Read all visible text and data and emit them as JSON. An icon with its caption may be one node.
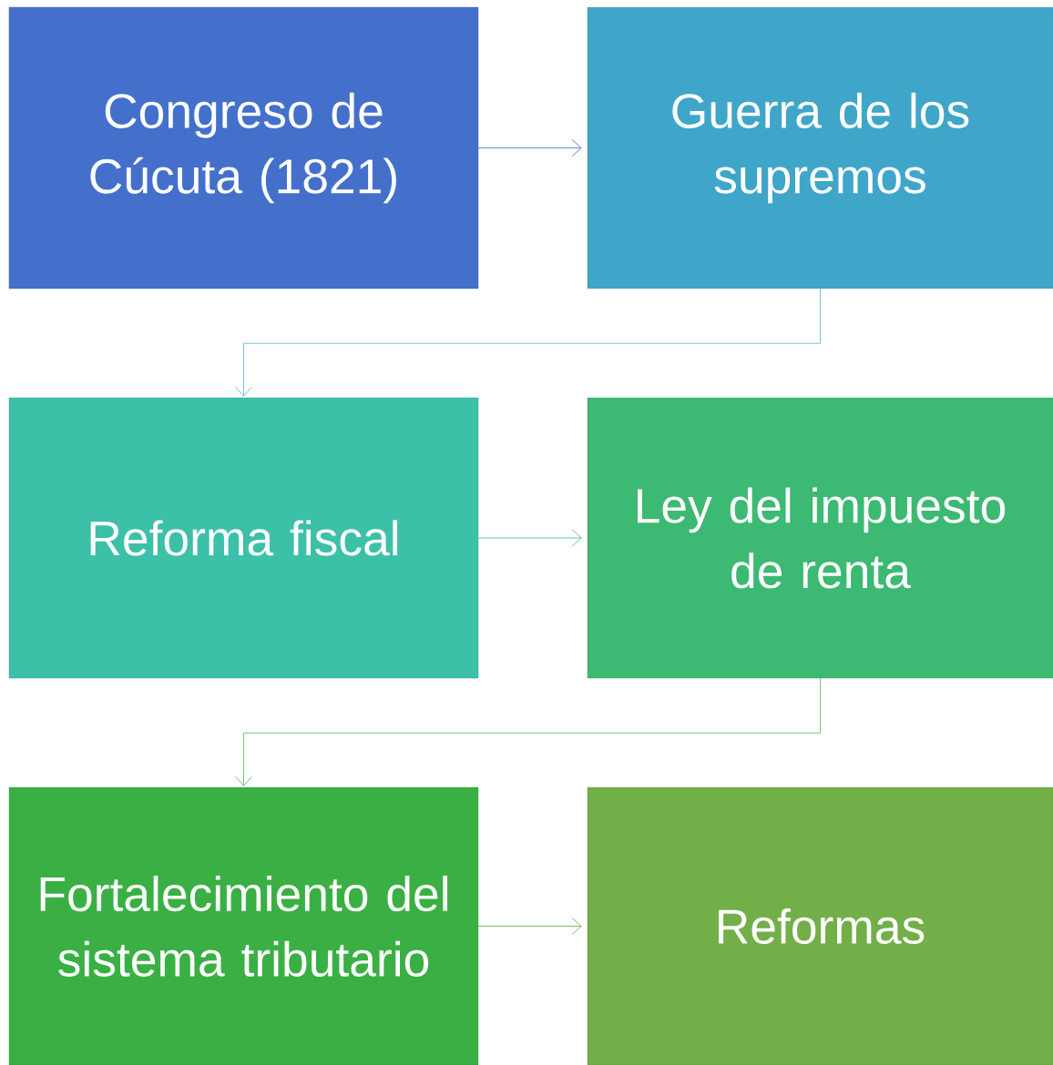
{
  "diagram": {
    "nodes": [
      {
        "text": [
          "Congreso de Cúcuta (1821)"
        ]
      },
      {
        "text": [
          "Guerra de los supremos"
        ]
      },
      {
        "text": [
          "Reforma fiscal"
        ]
      },
      {
        "text": [
          "Ley del impuesto de renta"
        ]
      },
      {
        "text": [
          "Fortalecimiento del sistema tributario"
        ]
      },
      {
        "text": [
          "Reformas"
        ]
      }
    ],
    "edges": [
      {
        "from": 0,
        "to": 1,
        "arrow": "to",
        "color": "#4a6fc8"
      },
      {
        "from": 1,
        "to": 2,
        "arrow": "to",
        "color": "#5ab8c8"
      },
      {
        "from": 2,
        "to": 3,
        "arrow": "to",
        "color": "#4ab89a"
      },
      {
        "from": 3,
        "to": 4,
        "arrow": "to",
        "color": "#5ab86a"
      },
      {
        "from": 4,
        "to": 5,
        "arrow": "to",
        "color": "#6aae48"
      }
    ]
  }
}
